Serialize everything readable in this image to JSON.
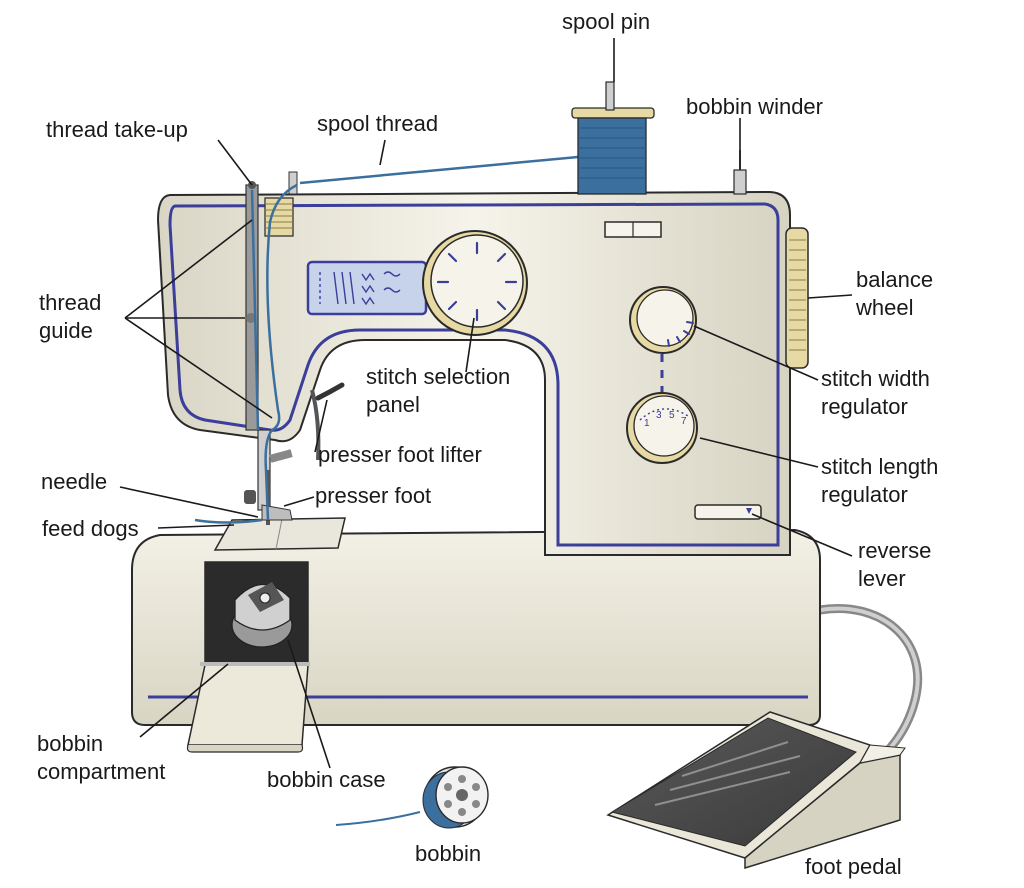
{
  "labels": {
    "spool_pin": "spool pin",
    "bobbin_winder": "bobbin winder",
    "thread_take_up": "thread take-up",
    "spool_thread": "spool thread",
    "thread_guide_1": "thread",
    "thread_guide_2": "guide",
    "balance_wheel_1": "balance",
    "balance_wheel_2": "wheel",
    "stitch_selection_panel_1": "stitch selection",
    "stitch_selection_panel_2": "panel",
    "stitch_width_regulator_1": "stitch width",
    "stitch_width_regulator_2": "regulator",
    "presser_foot_lifter": "presser foot lifter",
    "needle": "needle",
    "presser_foot": "presser foot",
    "feed_dogs": "feed dogs",
    "stitch_length_regulator_1": "stitch length",
    "stitch_length_regulator_2": "regulator",
    "reverse_lever_1": "reverse",
    "reverse_lever_2": "lever",
    "bobbin_compartment_1": "bobbin",
    "bobbin_compartment_2": "compartment",
    "bobbin_case": "bobbin case",
    "bobbin": "bobbin",
    "foot_pedal": "foot pedal"
  },
  "dial_numbers": {
    "n1": "1",
    "n3": "3",
    "n5": "5",
    "n7": "7"
  },
  "colors": {
    "body": "#f1efe2",
    "outline": "#2a2a2a",
    "accent_blue": "#3b3f9a",
    "thread_blue": "#3b6f9e",
    "wheel_tan": "#e6d9a3"
  }
}
